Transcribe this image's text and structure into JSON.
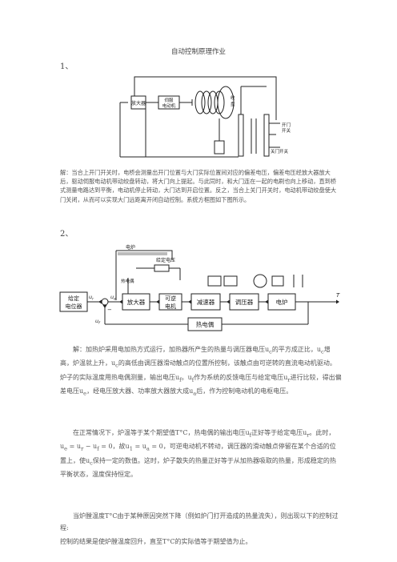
{
  "doc": {
    "title": "自动控制原理作业",
    "section1_number": "1、",
    "section2_number": "2、"
  },
  "diagram1": {
    "amplifier": "放大器",
    "servo_motor_line1": "伺服",
    "servo_motor_line2": "电动机",
    "winch_line1": "绞",
    "winch_line2": "盘",
    "open_switch_line1": "开门",
    "open_switch_line2": "开关",
    "close_switch": "关门开关"
  },
  "answer1": "解：当合上开门开关时，电桥会测量出开门位置与大门实际位置间对应的偏差电压，偏差电压经放大器放大后，驱动伺服电动机带动绞盘转动，将大门向上提起。与此同时，和大门连在一起的电刷也向上移动，直到桥式测量电路达到平衡，电动机停止转动，大门达到开启位置。反之，当合上关门开关时，电动机带动绞盘使大门关闭，从而可以实现大门远距离开闭自动控制。系统方框图如下图所示。",
  "diagram2": {
    "furnace": "电炉",
    "setpoint_voltage": "给定电压",
    "thermocouple_small": "热电偶",
    "block_setpoint_line1": "给定",
    "block_setpoint_line2": "电位器",
    "block_amplifier": "放大器",
    "block_motor_line1": "可逆",
    "block_motor_line2": "电机",
    "block_reducer": "减速器",
    "block_regulator": "调压器",
    "block_furnace": "电炉",
    "block_thermocouple": "热电偶",
    "sig_ur": "u",
    "sub_r": "r",
    "sig_ue": "u",
    "sub_e": "e",
    "sig_uf": "u",
    "sub_f": "f",
    "sig_T": "T",
    "minus": "−"
  },
  "answer2": {
    "p1": "解：加热炉采用电加热方式运行，加热器所产生的热量与调压器电压u<sub>c</sub>的平方成正比，u<sub>c</sub>增高，炉温就上升，u<sub>c</sub>的高低由调压器滑动触点的位置所控制，该触点由可逆转的直流电动机驱动。炉子的实际温度用热电偶测量，输出电压u<sub>f</sub>。u<sub>f</sub>作为系统的反馈电压与给定电压u<sub>r</sub>进行比较，得出偏差电压u<sub>e</sub>，经电压放大器、功率放大器放大成u<sub>a</sub>后，作为控制电动机的电枢电压。",
    "p2": "在正常情况下，炉温等于某个期望值T°C，热电偶的输出电压u<sub>f</sub>正好等于给定电压u<sub>r</sub>。此时，u<sub>e</sub> = u<sub>r</sub> − u<sub>f</sub> = 0，故u<sub>1</sub> = u<sub>a</sub> = 0，可逆电动机不转动，调压器的滑动触点停留在某个合适的位置上，使u<sub>c</sub>保持一定的数值。这时，炉子散失的热量正好等于从加热器吸取的热量，形成稳定的热平衡状态，温度保持恒定。",
    "p3": "当炉膛温度T°C由于某种原因突然下降（例如炉门打开造成的热量流失），则出现以下的控制过程:",
    "p4": "控制的结果是使炉膛温度回升，直至T°C的实际值等于期望值为止。"
  }
}
